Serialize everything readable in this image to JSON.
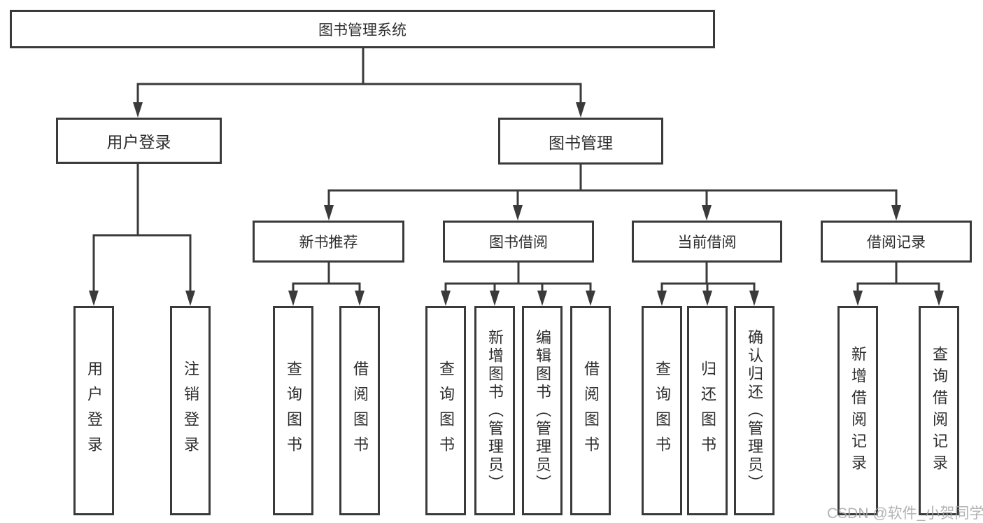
{
  "diagram": {
    "root": {
      "label": "图书管理系统"
    },
    "level2": [
      {
        "label": "用户登录",
        "children": [
          {
            "label": "用户登录"
          },
          {
            "label": "注销登录"
          }
        ]
      },
      {
        "label": "图书管理",
        "sections": [
          {
            "label": "新书推荐",
            "children": [
              {
                "label": "查询图书"
              },
              {
                "label": "借阅图书"
              }
            ]
          },
          {
            "label": "图书借阅",
            "children": [
              {
                "label": "查询图书"
              },
              {
                "label": "新增图书（管理员）"
              },
              {
                "label": "编辑图书（管理员）"
              },
              {
                "label": "借阅图书"
              }
            ]
          },
          {
            "label": "当前借阅",
            "children": [
              {
                "label": "查询图书"
              },
              {
                "label": "归还图书"
              },
              {
                "label": "确认归还（管理员）"
              }
            ]
          },
          {
            "label": "借阅记录",
            "children": [
              {
                "label": "新增借阅记录"
              },
              {
                "label": "查询借阅记录"
              }
            ]
          }
        ]
      }
    ],
    "watermark": "CSDN @软件_小贺同学"
  }
}
